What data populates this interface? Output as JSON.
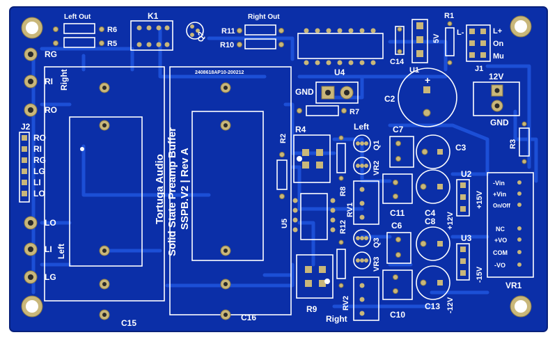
{
  "board": {
    "title_line1": "Tortuga Audio",
    "title_line2": "Solid State Preamp Buffer",
    "title_line3": "SSPB.V2 | Rev A",
    "serial": "2408618AP10-200212",
    "colors": {
      "board": "#0b2fa8",
      "copper": "#1c4fd6",
      "silk": "#ffffff",
      "pad": "#c9b77a"
    }
  },
  "labels": {
    "left_out": "Left Out",
    "right_out": "Right Out",
    "k1": "K1",
    "q2": "Q2",
    "r1": "R1",
    "r2": "R2",
    "r3": "R3",
    "r4": "R4",
    "r5": "R5",
    "r6": "R6",
    "r7": "R7",
    "r8": "R8",
    "r9": "R9",
    "r10": "R10",
    "r11": "R11",
    "r12": "R12",
    "u1": "U1",
    "u2": "U2",
    "u3": "U3",
    "u4": "U4",
    "u5": "U5",
    "j1": "J1",
    "j2": "J2",
    "c2": "C2",
    "c3": "C3",
    "c4": "C4",
    "c6": "C6",
    "c7": "C7",
    "c8": "C8",
    "c10": "C10",
    "c11": "C11",
    "c13": "C13",
    "c14": "C14",
    "c15": "C15",
    "c16": "C16",
    "vr1": "VR1",
    "vr2": "VR2",
    "vr3": "VR3",
    "rv1": "RV1",
    "rv2": "RV2",
    "q1": "Q1",
    "q3": "Q3",
    "gnd_top": "GND",
    "gnd_right": "GND",
    "v12": "12V",
    "v5": "5V",
    "p15": "+15V",
    "p12": "+12V",
    "n12": "-12V",
    "n15": "-15V",
    "left_mid": "Left",
    "right_bot": "Right",
    "right_side": "Right",
    "left_side": "Left",
    "l_minus": "L-",
    "l_plus": "L+",
    "on": "On",
    "mu": "Mu"
  },
  "left_pads": [
    "RG",
    "RI",
    "RO",
    "LO",
    "LI",
    "LG"
  ],
  "j2_pins": [
    "RO",
    "RI",
    "RG",
    "LG",
    "LI",
    "LO"
  ],
  "vr1_pins": [
    "-Vin",
    "+Vin",
    "On/Off",
    "NC",
    "+VO",
    "COM",
    "-VO"
  ]
}
